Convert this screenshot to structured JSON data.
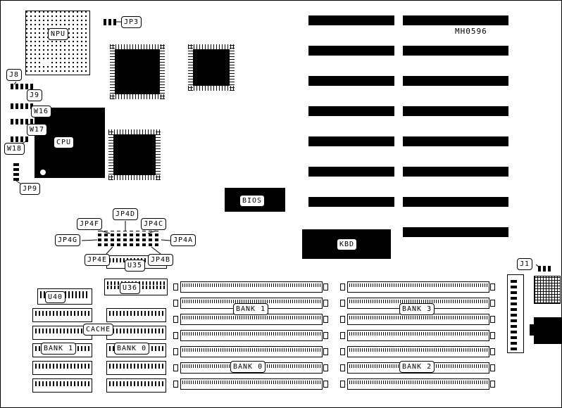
{
  "board": {
    "part_number": "MH0596",
    "colors": {
      "ink": "#000000",
      "background": "#ffffff"
    }
  },
  "labels": {
    "jp3": "JP3",
    "npu": "NPU",
    "j8": "J8",
    "j9": "J9",
    "w16": "W16",
    "w17": "W17",
    "w18": "W18",
    "cpu": "CPU",
    "jp9": "JP9",
    "bios": "BIOS",
    "kbd": "KBD",
    "jp4d": "JP4D",
    "jp4f": "JP4F",
    "jp4c": "JP4C",
    "jp4g": "JP4G",
    "jp4a": "JP4A",
    "jp4b": "JP4B",
    "jp4e": "JP4E",
    "u35": "U35",
    "u36": "U36",
    "u40": "U40",
    "j1": "J1",
    "cache": "CACHE",
    "cache_bank_1": "BANK 1",
    "cache_bank_0": "BANK 0",
    "simm_bank_1": "BANK 1",
    "simm_bank_0": "BANK 0",
    "simm_bank_3": "BANK 3",
    "simm_bank_2": "BANK 2"
  }
}
